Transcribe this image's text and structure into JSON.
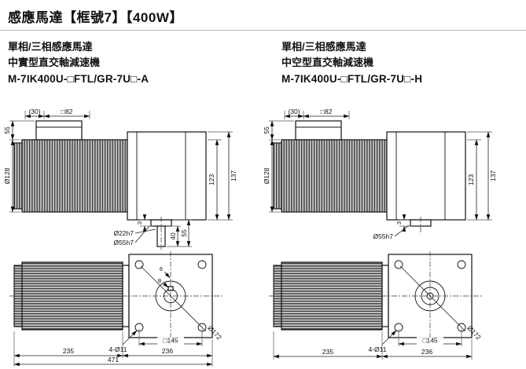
{
  "page": {
    "title": "感應馬達【框號7】【400W】"
  },
  "columns": {
    "left": {
      "line1": "單相/三相感應馬達",
      "line2": "中實型直交軸減速機",
      "model": "M-7IK400U-□FTL/GR-7U□-A"
    },
    "right": {
      "line1": "單相/三相感應馬達",
      "line2": "中空型直交軸減速機",
      "model": "M-7IK400U-□FTL/GR-7U□-H"
    }
  },
  "drawings": {
    "side_solid": {
      "d30": "(30)",
      "d82": "□82",
      "d55_box": "55",
      "d128": "Ø128",
      "d123": "123",
      "d137": "137",
      "d3": "3",
      "d40": "40",
      "d55_shaft": "55",
      "d22h7": "Ø22h7",
      "d55h7": "Ø55h7"
    },
    "side_hollow": {
      "d30": "(30)",
      "d82": "□82",
      "d55_box": "55",
      "d128": "Ø128",
      "d123": "123",
      "d137": "137",
      "d3": "3",
      "d55h7": "Ø55h7"
    },
    "bottom_solid": {
      "d6": "6",
      "d8": "8",
      "holes": "4-Ø11",
      "d145": "□145",
      "d172": "Ø172",
      "d235": "235",
      "d236": "236",
      "d471": "471"
    },
    "bottom_hollow": {
      "holes": "4-Ø11",
      "d145": "□145",
      "d172": "Ø172",
      "d235": "235",
      "d236": "236"
    }
  }
}
